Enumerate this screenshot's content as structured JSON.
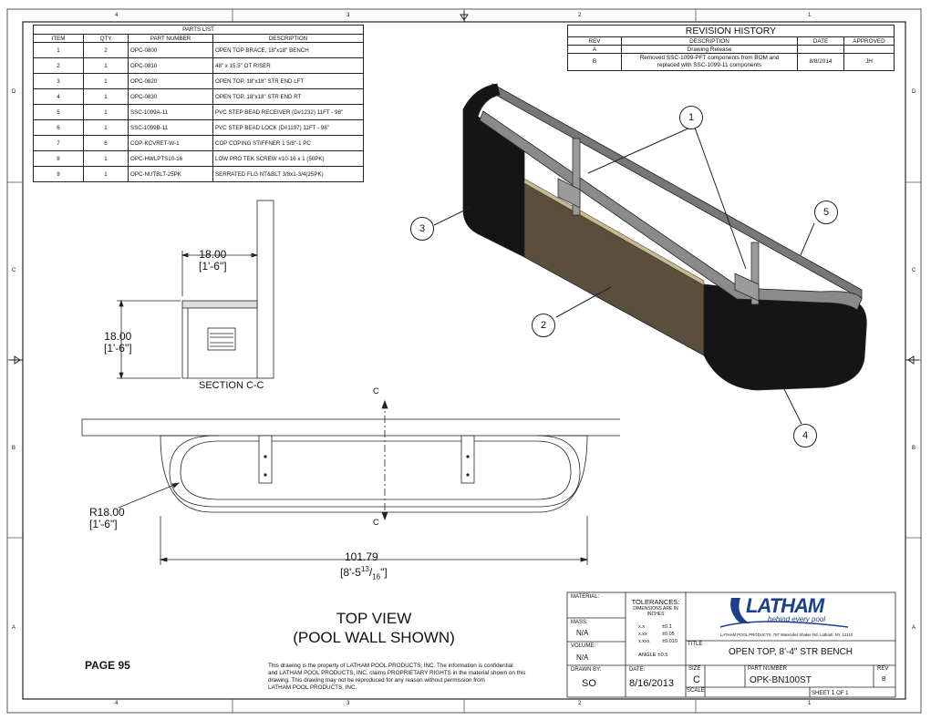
{
  "zones": {
    "top": [
      "4",
      "3",
      "2",
      "1"
    ],
    "bottom": [
      "4",
      "3",
      "2",
      "1"
    ],
    "left": [
      "D",
      "C",
      "B",
      "A"
    ],
    "right": [
      "D",
      "C",
      "B",
      "A"
    ]
  },
  "parts_list": {
    "title": "PARTS LIST",
    "headers": [
      "ITEM",
      "QTY",
      "PART NUMBER",
      "DESCRIPTION"
    ],
    "rows": [
      [
        "1",
        "2",
        "OPC-0800",
        "OPEN TOP BRACE, 18\"x18\" BENCH"
      ],
      [
        "2",
        "1",
        "OPC-0810",
        "48\" x 15.5\" OT RISER"
      ],
      [
        "3",
        "1",
        "OPC-0820",
        "OPEN TOP, 18\"x18\" STR END LFT"
      ],
      [
        "4",
        "1",
        "OPC-0830",
        "OPEN TOP, 18\"x18\" STR END RT"
      ],
      [
        "5",
        "1",
        "SSC-1099A-11",
        "PVC STEP BEAD RECEIVER (D#1232) 11FT - 98\""
      ],
      [
        "6",
        "1",
        "SSC-1099B-11",
        "PVC STEP BEAD LOCK (D#1197) 11FT - 98\""
      ],
      [
        "7",
        "6",
        "COP-KCVRET-W-1",
        "COP COPING STIFFNER 1 5/8\"-1 PC"
      ],
      [
        "8",
        "1",
        "OPC-HWLPTS10-16",
        "LOW PRO TEK SCREW #10-16 x 1 (50PK)"
      ],
      [
        "9",
        "1",
        "OPC-NUTBLT-25PK",
        "SERRATED FLG NT&BLT 3/8x1-3/4(25PK)"
      ]
    ]
  },
  "revision": {
    "title": "REVISION HISTORY",
    "headers": [
      "REV",
      "DESCRIPTION",
      "DATE",
      "APPROVED"
    ],
    "rows": [
      {
        "rev": "A",
        "desc": "Drawing Release",
        "date": "",
        "approved": ""
      },
      {
        "rev": "B",
        "desc_line1": "Removed SSC-1099-PFT components from BOM and",
        "desc_line2": "replaced with SSC-1099-11 components",
        "date": "8/8/2014",
        "approved": "JH"
      }
    ]
  },
  "section": {
    "width_dim": "18.00",
    "width_dim_ft": "[1'-6\"]",
    "height_dim": "18.00",
    "height_dim_ft": "[1'-6\"]",
    "label": "SECTION C-C"
  },
  "top_view": {
    "section_mark": "C",
    "radius_dim": "R18.00",
    "radius_dim_ft": "[1'-6\"]",
    "length_dim": "101.79",
    "length_dim_ft": "[8'-5",
    "length_frac_num": "13",
    "length_frac_den": "16",
    "length_dim_end": "\"]",
    "title": "TOP VIEW",
    "subtitle": "(POOL WALL SHOWN)"
  },
  "balloons": [
    "1",
    "2",
    "3",
    "4",
    "5"
  ],
  "page_label": "PAGE 95",
  "disclaimer": [
    "This drawing is the property of LATHAM POOL PRODUCTS, INC. The information is confidential",
    "and LATHAM POOL PRODUCTS, INC. claims PROPRIETARY RIGHTS in the material shown on this",
    "drawing. This drawing may not be reproduced for any reason without permission from",
    "LATHAM POOL PRODUCTS, INC."
  ],
  "title_block": {
    "material_label": "MATERIAL:",
    "mass_label": "MASS:",
    "mass_value": "N/A",
    "volume_label": "VOLUME:",
    "volume_value": "N/A",
    "drawn_by_label": "DRAWN BY:",
    "drawn_by": "SO",
    "tolerances_title": "TOLERANCES:",
    "tolerances_sub1": "DIMENSIONS ARE IN",
    "tolerances_sub2": "INCHES",
    "tol_rows": [
      [
        "x.x",
        "±0.1"
      ],
      [
        "x.xx",
        "±0.05"
      ],
      [
        "x.xxx",
        "±0.010"
      ]
    ],
    "angle": "ANGLE ±0.5",
    "date_label": "DATE:",
    "date": "8/16/2013",
    "logo": "LATHAM",
    "tagline": "behind every pool",
    "address": "LATHAM POOL PRODUCTS, 787 Watervliet Shaker Rd, Latham, NY, 12110",
    "title_label": "TITLE",
    "title": "OPEN TOP, 8'-4\" STR BENCH",
    "size_label": "SIZE",
    "size": "C",
    "part_number_label": "PART NUMBER",
    "part_number": "OPK-BN100ST",
    "rev_label": "REV",
    "rev": "B",
    "scale_label": "SCALE",
    "sheet_label": "SHEET",
    "sheet": "1",
    "of_label": "OF",
    "of": "1"
  },
  "colors": {
    "panel_dark": "#151515",
    "panel_riser": "#5a4e3c",
    "coping": "#8a8a8a",
    "logo_blue": "#1d3f8a"
  }
}
